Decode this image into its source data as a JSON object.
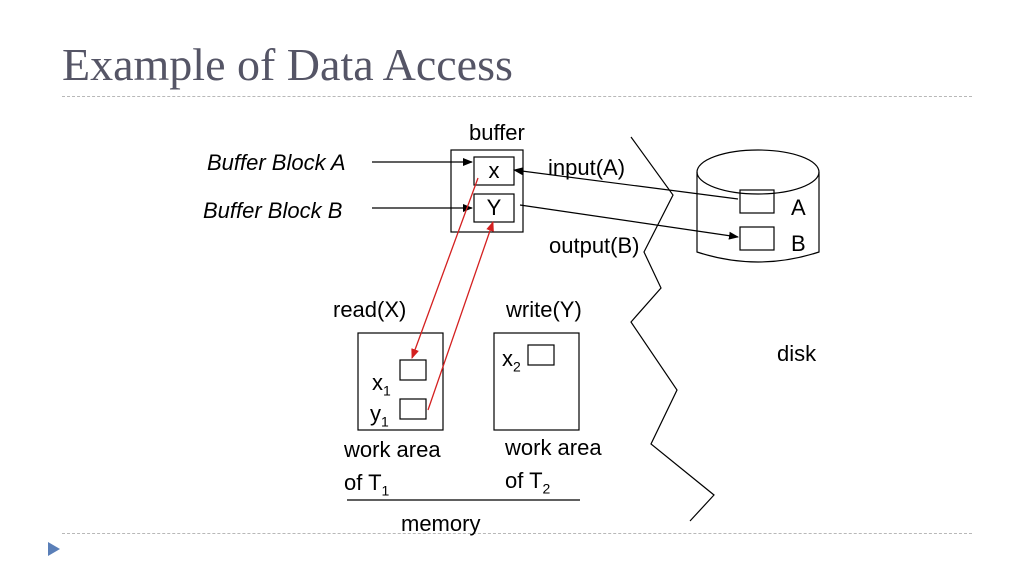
{
  "title": "Example of Data Access",
  "labels": {
    "buffer": "buffer",
    "buffer_block_a": "Buffer Block A",
    "buffer_block_b": "Buffer Block B",
    "cell_x": "x",
    "cell_y": "Y",
    "input": "input(A)",
    "output": "output(B)",
    "disk_a": "A",
    "disk_b": "B",
    "disk": "disk",
    "read": "read(X)",
    "write": "write(Y)",
    "x1": "x",
    "x1_sub": "1",
    "y1": "y",
    "y1_sub": "1",
    "x2": "x",
    "x2_sub": "2",
    "work_area_1": "work area",
    "of_t1": "of T",
    "of_t1_sub": "1",
    "work_area_2": "work area",
    "of_t2": "of T",
    "of_t2_sub": "2",
    "memory": "memory"
  },
  "colors": {
    "title": "#555566",
    "red_arrow": "#d42020",
    "nav_triangle": "#5a7fb8"
  }
}
